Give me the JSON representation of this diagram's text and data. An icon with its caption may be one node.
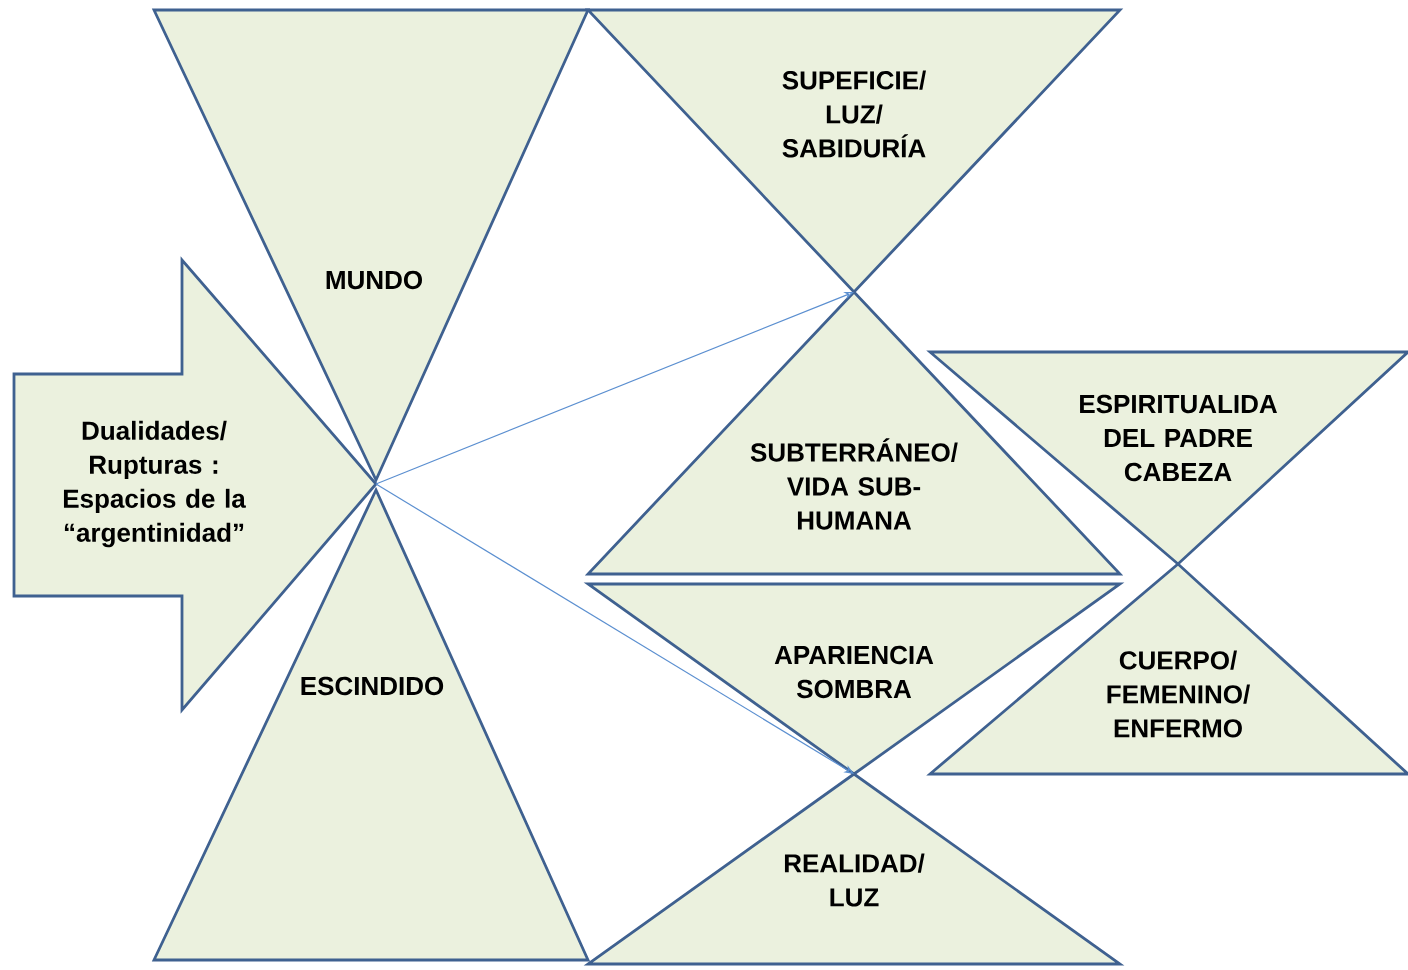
{
  "diagram": {
    "nodes": [
      {
        "text": [
          "Dualidades/ Rupturas : Espacios  de la “argentinidad”"
        ]
      },
      {
        "text": [
          "MUNDO"
        ]
      },
      {
        "text": [
          "ESCINDIDO"
        ]
      },
      {
        "text": [
          "SUPEFICIE/ LUZ/ SABIDURÍA"
        ]
      },
      {
        "text": [
          "SUBTERRÁNEO/ VIDA SUB- HUMANA"
        ]
      },
      {
        "text": [
          "APARIENCIA SOMBRA"
        ]
      },
      {
        "text": [
          "REALIDAD/ LUZ"
        ]
      },
      {
        "text": [
          "ESPIRITUALIDA DEL PADRE CABEZA"
        ]
      },
      {
        "text": [
          "CUERPO/ FEMENINO/ ENFERMO"
        ]
      }
    ],
    "edges": [
      {
        "from": 0,
        "to": 3,
        "arrow": "to"
      },
      {
        "from": 0,
        "to": 5,
        "arrow": "to"
      }
    ]
  }
}
